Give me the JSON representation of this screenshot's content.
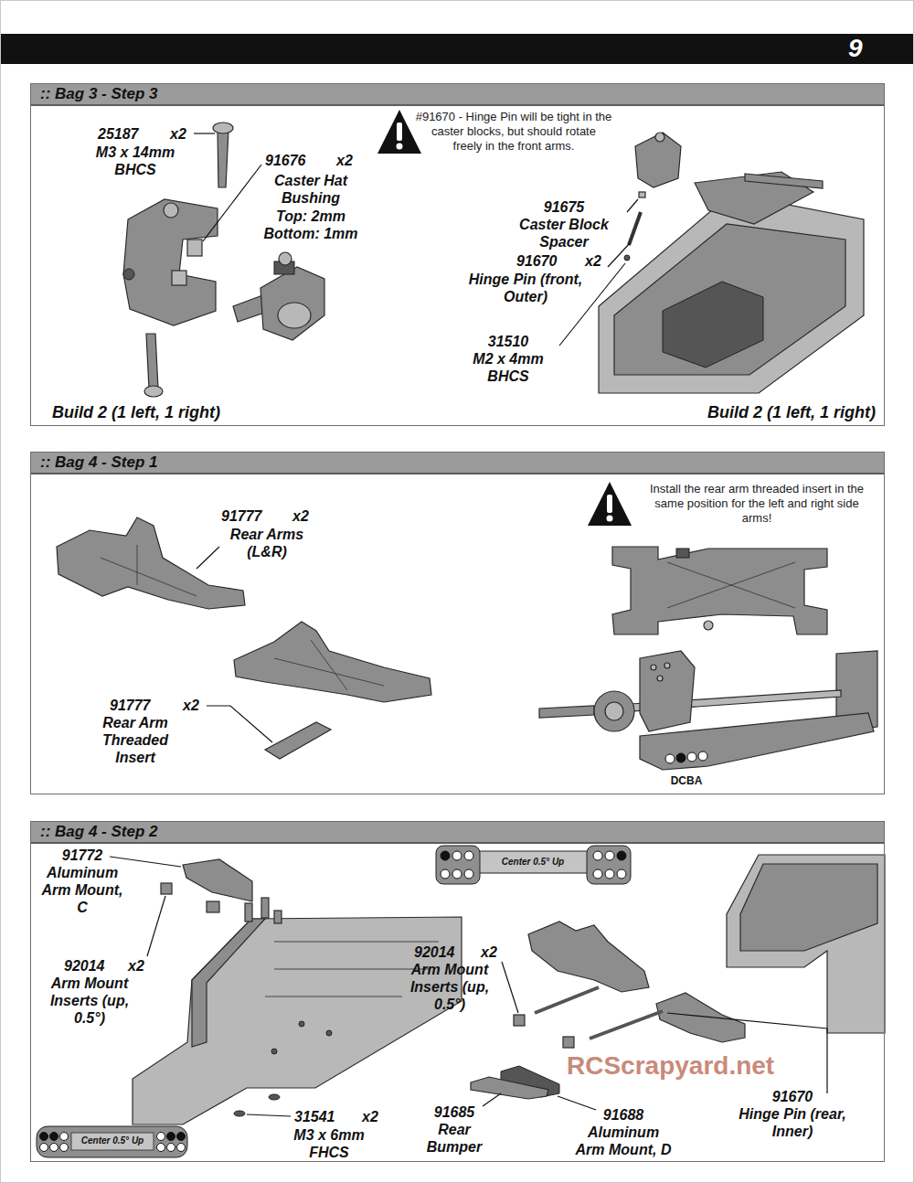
{
  "diagram": {
    "nodes": [
      {
        "text": [
          ":: Bag 3 - Step 3"
        ]
      },
      {
        "text": [
          ":: Bag 4 - Step 1"
        ]
      },
      {
        "text": [
          ":: Bag 4 - Step 2"
        ]
      }
    ],
    "labels": [
      "9",
      "25187",
      "x2",
      "M3 x 14mm BHCS",
      "91676",
      "x2",
      "Caster Hat Bushing",
      "Top: 2mm",
      "Bottom: 1mm",
      "#91670 - Hinge Pin will be tight in the caster blocks, but should rotate freely in the front arms.",
      "91675",
      "Caster Block Spacer",
      "91670",
      "x2",
      "Hinge Pin (front, Outer)",
      "31510",
      "M2 x 4mm BHCS",
      "Build 2 (1 left, 1 right)",
      "Build 2 (1 left, 1 right)",
      "91777",
      "x2",
      "Rear Arms (L&R)",
      "Install the rear arm threaded insert in the same position for the left and right side arms!",
      "91777",
      "x2",
      "Rear Arm Threaded Insert",
      "DCBA",
      "91772",
      "Aluminum Arm Mount, C",
      "92014",
      "x2",
      "Arm Mount Inserts (up, 0.5°)",
      "Center 0.5° Up",
      "31541",
      "x2",
      "M3 x 6mm FHCS",
      "Center 0.5° Up",
      "92014",
      "x2",
      "Arm Mount Inserts (up, 0.5°)",
      "91685",
      "Rear Bumper",
      "91688",
      "Aluminum Arm Mount, D",
      "91670",
      "Hinge Pin (rear, Inner)",
      "RCScrapyard.net"
    ]
  }
}
